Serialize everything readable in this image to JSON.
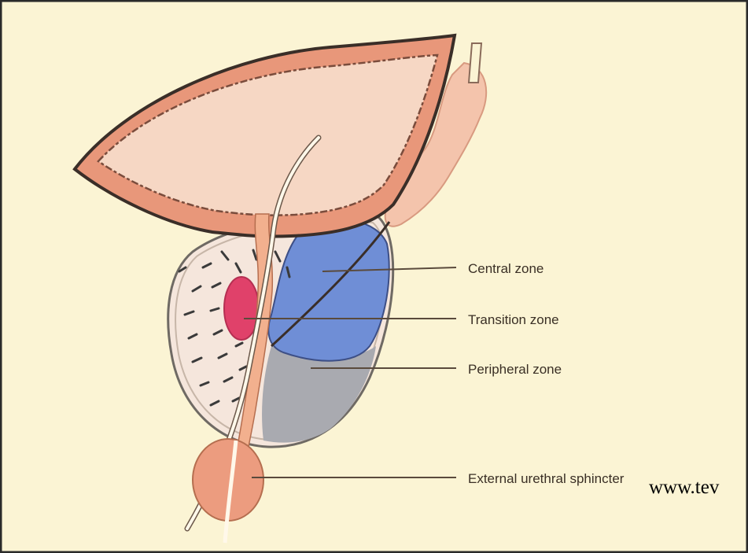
{
  "diagram": {
    "labels": {
      "central": "Central zone",
      "transition": "Transition zone",
      "peripheral": "Peripheral zone",
      "sphincter": "External urethral sphincter"
    },
    "watermark": "www.tev"
  },
  "colors": {
    "background": "#fbf4d4",
    "frame": "#2a2a2a",
    "bladder_wall": "#e8977a",
    "bladder_lumen": "#f6d7c4",
    "seminal_vesicle": "#f4c4ac",
    "prostate": "#f5e6dc",
    "central_zone": "#6f8ed6",
    "peripheral_zone": "#a9aab0",
    "transition_zone": "#e0416a",
    "urethra": "#f2b08e",
    "sphincter": "#ec9c7f"
  }
}
